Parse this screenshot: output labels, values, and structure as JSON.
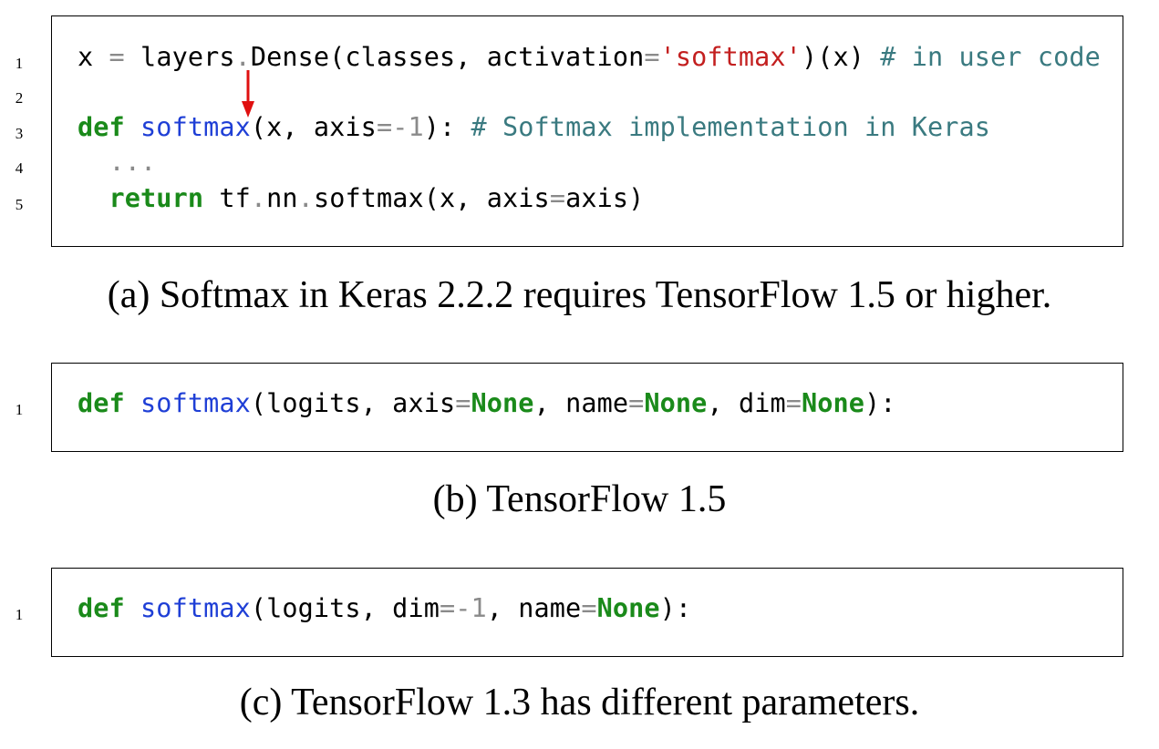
{
  "listing_a": {
    "lines": [
      {
        "num": "1",
        "tokens": [
          {
            "t": "x ",
            "c": ""
          },
          {
            "t": "=",
            "c": "op"
          },
          {
            "t": " layers",
            "c": ""
          },
          {
            "t": ".",
            "c": "op"
          },
          {
            "t": "Dense(classes, activation",
            "c": ""
          },
          {
            "t": "=",
            "c": "op"
          },
          {
            "t": "'softmax'",
            "c": "str"
          },
          {
            "t": ")(x) ",
            "c": ""
          },
          {
            "t": "# in user code",
            "c": "cm"
          }
        ]
      },
      {
        "num": "2",
        "tokens": []
      },
      {
        "num": "3",
        "tokens": [
          {
            "t": "def",
            "c": "kw"
          },
          {
            "t": " ",
            "c": ""
          },
          {
            "t": "softmax",
            "c": "fn"
          },
          {
            "t": "(x, axis",
            "c": ""
          },
          {
            "t": "=-",
            "c": "op"
          },
          {
            "t": "1",
            "c": "num"
          },
          {
            "t": "): ",
            "c": ""
          },
          {
            "t": "# Softmax implementation in Keras",
            "c": "cm"
          }
        ]
      },
      {
        "num": "4",
        "tokens": [
          {
            "t": "  ",
            "c": ""
          },
          {
            "t": "...",
            "c": "op"
          }
        ]
      },
      {
        "num": "5",
        "tokens": [
          {
            "t": "  ",
            "c": ""
          },
          {
            "t": "return",
            "c": "kw"
          },
          {
            "t": " tf",
            "c": ""
          },
          {
            "t": ".",
            "c": "op"
          },
          {
            "t": "nn",
            "c": ""
          },
          {
            "t": ".",
            "c": "op"
          },
          {
            "t": "softmax(x, axis",
            "c": ""
          },
          {
            "t": "=",
            "c": "op"
          },
          {
            "t": "axis)",
            "c": ""
          }
        ]
      }
    ],
    "caption": "(a) Softmax in Keras 2.2.2 requires TensorFlow 1.5 or higher."
  },
  "listing_b": {
    "lines": [
      {
        "num": "1",
        "tokens": [
          {
            "t": "def",
            "c": "kw"
          },
          {
            "t": " ",
            "c": ""
          },
          {
            "t": "softmax",
            "c": "fn"
          },
          {
            "t": "(logits, axis",
            "c": ""
          },
          {
            "t": "=",
            "c": "op"
          },
          {
            "t": "None",
            "c": "const"
          },
          {
            "t": ", name",
            "c": ""
          },
          {
            "t": "=",
            "c": "op"
          },
          {
            "t": "None",
            "c": "const"
          },
          {
            "t": ", dim",
            "c": ""
          },
          {
            "t": "=",
            "c": "op"
          },
          {
            "t": "None",
            "c": "const"
          },
          {
            "t": "):",
            "c": ""
          }
        ]
      }
    ],
    "caption": "(b) TensorFlow 1.5"
  },
  "listing_c": {
    "lines": [
      {
        "num": "1",
        "tokens": [
          {
            "t": "def",
            "c": "kw"
          },
          {
            "t": " ",
            "c": ""
          },
          {
            "t": "softmax",
            "c": "fn"
          },
          {
            "t": "(logits, dim",
            "c": ""
          },
          {
            "t": "=-",
            "c": "op"
          },
          {
            "t": "1",
            "c": "num"
          },
          {
            "t": ", name",
            "c": ""
          },
          {
            "t": "=",
            "c": "op"
          },
          {
            "t": "None",
            "c": "const"
          },
          {
            "t": "):",
            "c": ""
          }
        ]
      }
    ],
    "caption": "(c) TensorFlow 1.3 has different parameters."
  },
  "colors": {
    "keyword": "#1a8a1a",
    "function": "#1f3fd6",
    "string": "#c31f1f",
    "comment": "#3a7a80",
    "operator": "#8a8a8a",
    "arrow": "#e01010"
  },
  "icons": {
    "annotation_arrow": "red-down-arrow-icon"
  }
}
